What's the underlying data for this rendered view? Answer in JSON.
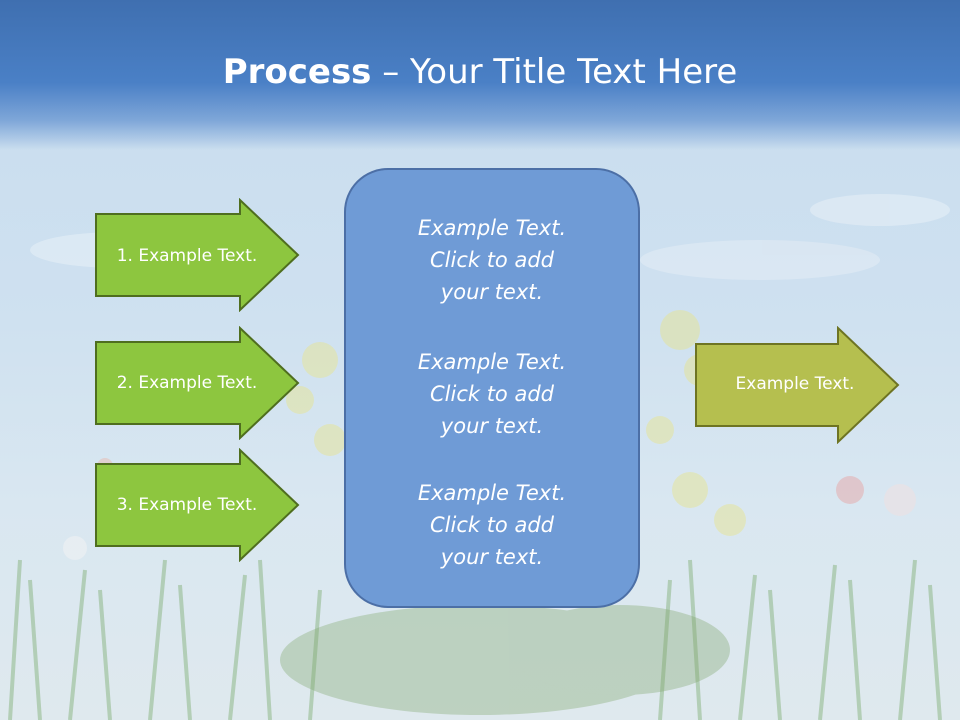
{
  "title": {
    "bold": "Process",
    "rest": " – Your Title Text Here"
  },
  "left_arrows": [
    {
      "label": "1. Example Text."
    },
    {
      "label": "2. Example Text."
    },
    {
      "label": "3. Example Text."
    }
  ],
  "center_blocks": [
    {
      "lines": [
        "Example Text.",
        "Click  to add",
        "your text."
      ]
    },
    {
      "lines": [
        "Example Text.",
        "Click  to add",
        "your text."
      ]
    },
    {
      "lines": [
        "Example Text.",
        "Click  to add",
        "your text."
      ]
    }
  ],
  "right_arrow": {
    "label": "Example Text."
  },
  "colors": {
    "left_arrow_fill": "#8dc63f",
    "right_arrow_fill": "#b5bf4f",
    "center_box_fill": "#6f9bd6",
    "title_band": "#4a80c6"
  }
}
